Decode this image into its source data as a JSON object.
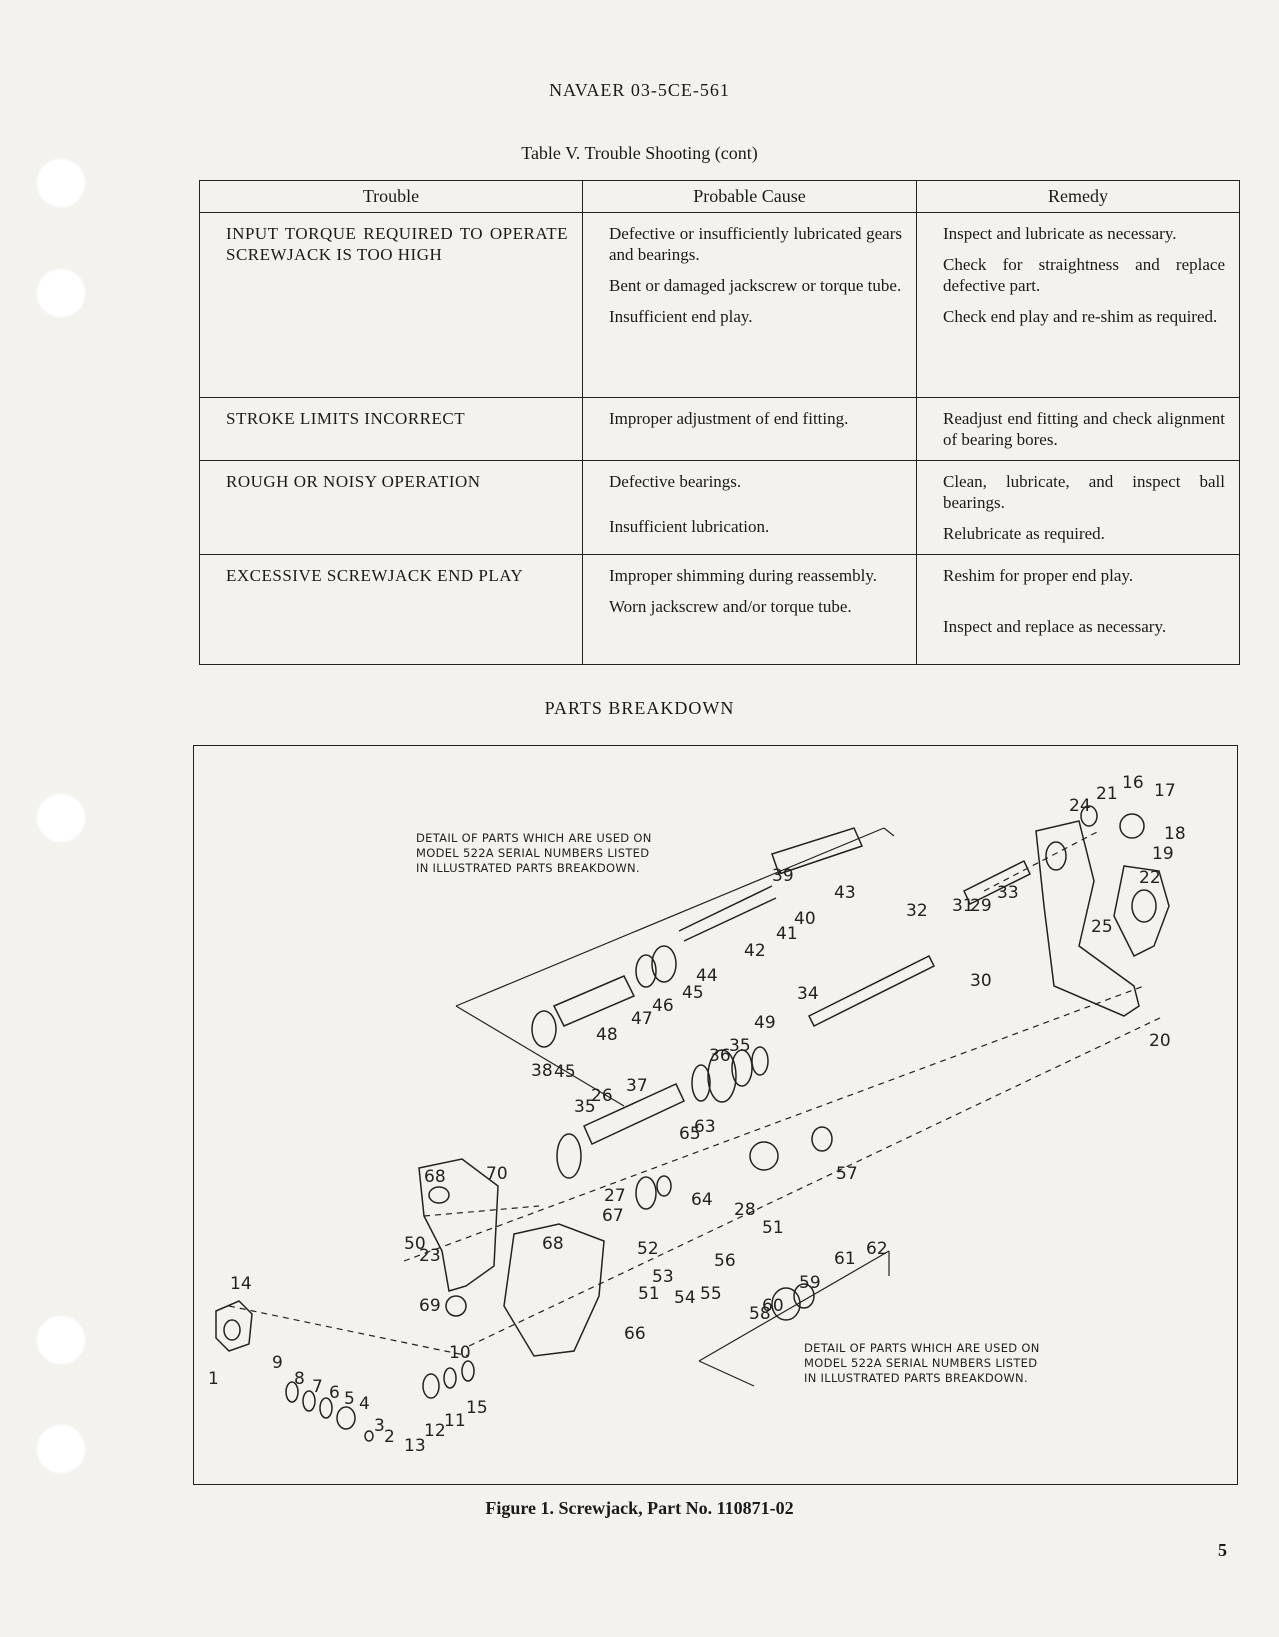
{
  "header": {
    "doc_number": "NAVAER 03-5CE-561"
  },
  "table": {
    "title": "Table V.  Trouble Shooting (cont)",
    "headers": [
      "Trouble",
      "Probable Cause",
      "Remedy"
    ],
    "rows": [
      {
        "trouble": "INPUT TORQUE REQUIRED TO OPERATE SCREWJACK IS TOO HIGH",
        "causes": [
          "Defective or insufficiently lubricated gears and bearings.",
          "Bent or damaged jackscrew or torque tube.",
          "Insufficient end play."
        ],
        "remedies": [
          "Inspect and lubricate as necessary.",
          "Check for straightness and replace defective part.",
          "Check end play and re-shim as required."
        ]
      },
      {
        "trouble": "STROKE LIMITS INCORRECT",
        "causes": [
          "Improper adjustment of end fitting."
        ],
        "remedies": [
          "Readjust end fitting and check alignment of bearing bores."
        ]
      },
      {
        "trouble": "ROUGH OR NOISY OPERATION",
        "causes": [
          "Defective bearings.",
          "Insufficient lubrication."
        ],
        "remedies": [
          "Clean, lubricate, and inspect ball bearings.",
          "Relubricate as required."
        ]
      },
      {
        "trouble": "EXCESSIVE SCREWJACK END PLAY",
        "causes": [
          "Improper shimming during reassembly.",
          "Worn jackscrew and/or torque tube."
        ],
        "remedies": [
          "Reshim for proper end play.",
          "Inspect and replace as necessary."
        ]
      }
    ]
  },
  "parts": {
    "heading": "PARTS BREAKDOWN",
    "detail_note_top": [
      "DETAIL OF PARTS WHICH ARE USED ON",
      "MODEL 522A SERIAL NUMBERS LISTED",
      "IN ILLUSTRATED PARTS BREAKDOWN."
    ],
    "detail_note_bottom": [
      "DETAIL OF PARTS WHICH ARE USED ON",
      "MODEL 522A SERIAL NUMBERS LISTED",
      "IN ILLUSTRATED PARTS BREAKDOWN."
    ],
    "callouts": [
      "1",
      "2",
      "3",
      "4",
      "5",
      "6",
      "7",
      "8",
      "9",
      "10",
      "11",
      "12",
      "13",
      "14",
      "15",
      "16",
      "17",
      "18",
      "19",
      "20",
      "21",
      "22",
      "23",
      "24",
      "25",
      "26",
      "27",
      "28",
      "29",
      "30",
      "31",
      "32",
      "33",
      "34",
      "35",
      "35",
      "36",
      "37",
      "38",
      "39",
      "40",
      "41",
      "42",
      "43",
      "44",
      "45",
      "45",
      "46",
      "47",
      "48",
      "49",
      "50",
      "51",
      "51",
      "52",
      "53",
      "54",
      "55",
      "56",
      "57",
      "58",
      "59",
      "60",
      "61",
      "62",
      "63",
      "64",
      "65",
      "66",
      "67",
      "68",
      "68",
      "69",
      "70"
    ]
  },
  "figure": {
    "caption": "Figure 1.  Screwjack, Part No. 110871-02"
  },
  "footer": {
    "page_number": "5"
  }
}
